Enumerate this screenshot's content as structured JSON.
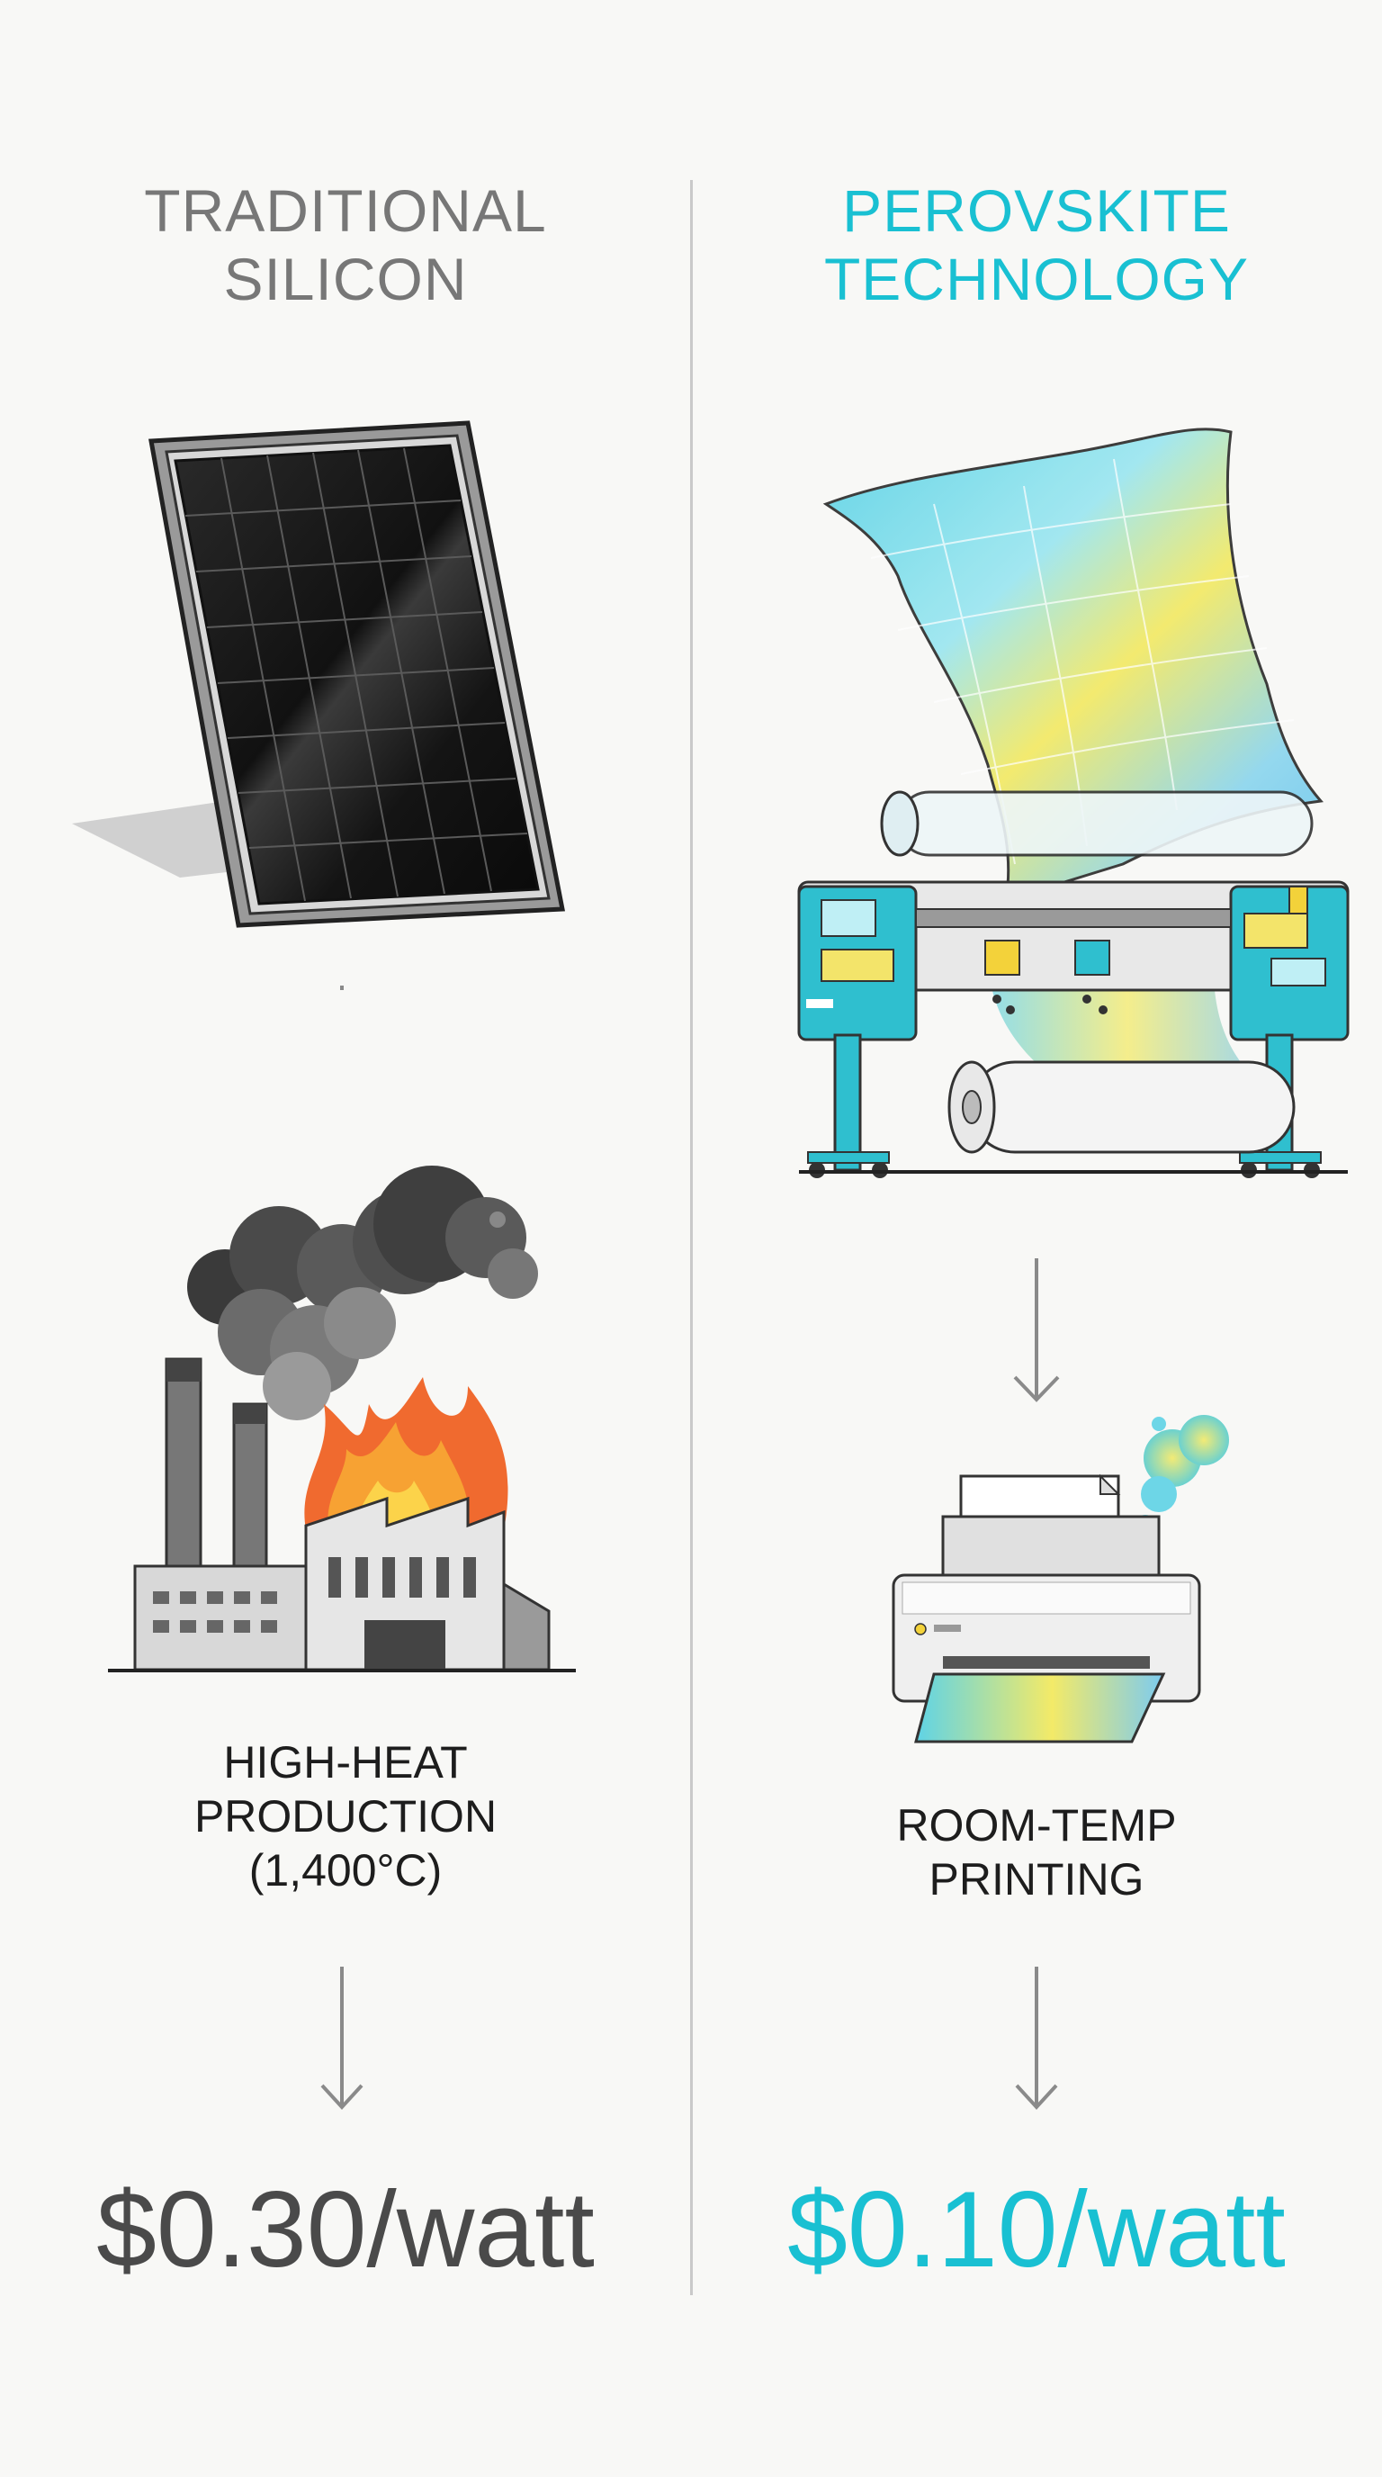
{
  "left": {
    "title": "TRADITIONAL\nSILICON",
    "caption": "HIGH-HEAT\nPRODUCTION\n(1,400°C)",
    "price": "$0.30/watt",
    "icons": [
      "solar-panel-icon",
      "factory-fire-icon"
    ],
    "color": "#777777"
  },
  "right": {
    "title": "PEROVSKITE\nTECHNOLOGY",
    "caption": "ROOM-TEMP\nPRINTING",
    "price": "$0.10/watt",
    "icons": [
      "roll-printer-icon",
      "desktop-printer-icon"
    ],
    "color": "#19c0d2"
  }
}
